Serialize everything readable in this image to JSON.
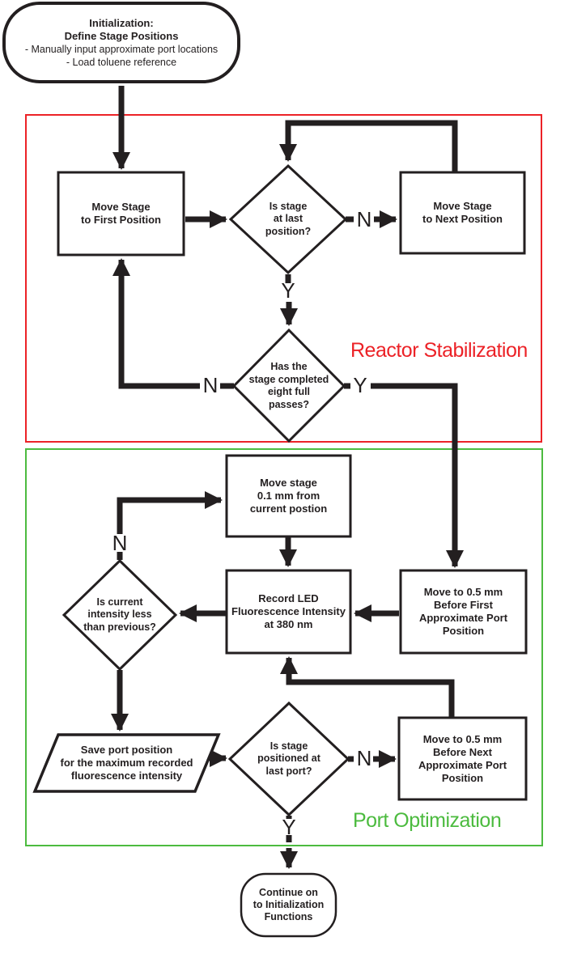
{
  "diagram": {
    "init": {
      "title": "Initialization:\nDefine Stage Positions",
      "body": "- Manually input approximate port locations\n- Load toluene reference"
    },
    "sections": {
      "reactor": {
        "label": "Reactor Stabilization",
        "color": "#EC2227"
      },
      "port": {
        "label": "Port Optimization",
        "color": "#4CBB3F"
      }
    },
    "nodes": {
      "move_first": "Move Stage\nto First Position",
      "at_last_position": "Is stage\nat last\nposition?",
      "move_next": "Move Stage\nto Next Position",
      "eight_passes": "Has the\nstage completed\neight full\npasses?",
      "move_01mm": "Move stage\n0.1 mm from\ncurrent postion",
      "record_led": "Record LED\nFluorescence Intensity\nat 380 nm",
      "move_before_first": "Move to 0.5 mm\nBefore First\nApproximate Port\nPosition",
      "intensity_less": "Is current\nintensity less\nthan previous?",
      "save_port": "Save port position\nfor the maximum recorded\nfluorescence intensity",
      "at_last_port": "Is stage\npositioned at\nlast port?",
      "move_before_next": "Move to 0.5 mm\nBefore Next\nApproximate Port\nPosition",
      "continue": "Continue on\nto Initialization\nFunctions"
    },
    "branch": {
      "yes": "Y",
      "no": "N"
    },
    "ink": "#231F20"
  }
}
